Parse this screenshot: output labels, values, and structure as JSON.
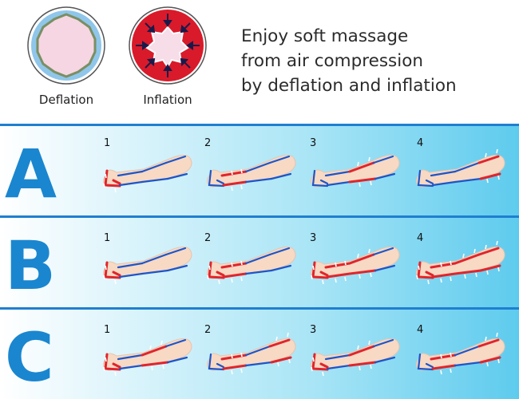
{
  "top": {
    "deflation_label": "Deflation",
    "inflation_label": "Inflation",
    "headline_lines": [
      "Enjoy soft massage",
      "from air compression",
      "by deflation and inflation"
    ]
  },
  "colors": {
    "inflated": "#e0252c",
    "deflated": "#1e55c8",
    "skin": "#f7d9c4",
    "row_letter": "#1a86cf",
    "divider": "#1f7fd0"
  },
  "rows": [
    {
      "letter": "A",
      "steps": [
        {
          "number": "1",
          "inflated_segments": [
            "foot"
          ]
        },
        {
          "number": "2",
          "inflated_segments": [
            "calf"
          ]
        },
        {
          "number": "3",
          "inflated_segments": [
            "thigh"
          ]
        },
        {
          "number": "4",
          "inflated_segments": [
            "upper-thigh"
          ]
        }
      ]
    },
    {
      "letter": "B",
      "steps": [
        {
          "number": "1",
          "inflated_segments": [
            "foot"
          ]
        },
        {
          "number": "2",
          "inflated_segments": [
            "foot",
            "calf"
          ]
        },
        {
          "number": "3",
          "inflated_segments": [
            "foot",
            "calf",
            "thigh"
          ]
        },
        {
          "number": "4",
          "inflated_segments": [
            "foot",
            "calf",
            "thigh",
            "upper-thigh"
          ]
        }
      ]
    },
    {
      "letter": "C",
      "steps": [
        {
          "number": "1",
          "inflated_segments": [
            "foot",
            "thigh"
          ]
        },
        {
          "number": "2",
          "inflated_segments": [
            "calf",
            "upper-thigh"
          ]
        },
        {
          "number": "3",
          "inflated_segments": [
            "foot",
            "thigh"
          ]
        },
        {
          "number": "4",
          "inflated_segments": [
            "calf",
            "upper-thigh"
          ]
        }
      ]
    }
  ]
}
